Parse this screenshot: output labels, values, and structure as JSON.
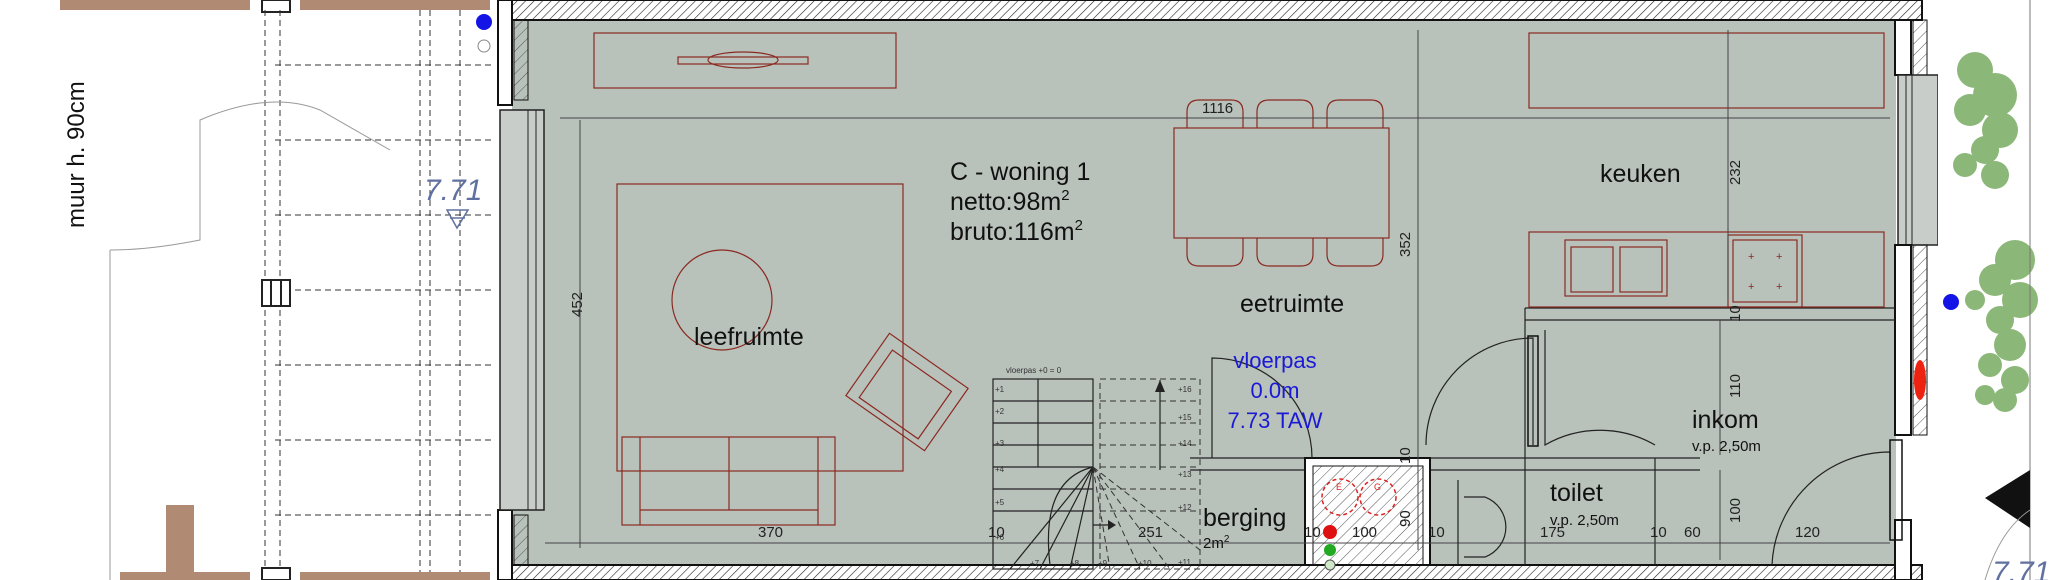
{
  "plan": {
    "unit_title": "C - woning 1",
    "netto": "netto:98m",
    "bruto": "bruto:116m",
    "area_sup": "2",
    "rooms": {
      "leefruimte": "leefruimte",
      "eetruimte": "eetruimte",
      "keuken": "keuken",
      "berging": "berging",
      "berging_area": "2m",
      "berging_area_sup": "2",
      "toilet": "toilet",
      "toilet_vp": "v.p. 2,50m",
      "inkom": "inkom",
      "inkom_vp": "v.p. 2,50m"
    },
    "floor_level": {
      "line1": "vloerpas",
      "line2": "0.0m",
      "line3": "7.73 TAW"
    },
    "outside": {
      "wall_note": "muur h. 90cm",
      "level_left": "7.71",
      "level_right": "7.71"
    },
    "stair": {
      "caption": "vloerpas +0 = 0",
      "steps_left": [
        "+1",
        "+2",
        "+3",
        "+4",
        "+5",
        "+6"
      ],
      "steps_right": [
        "+16",
        "+15",
        "+14",
        "+13",
        "+12",
        "+11"
      ],
      "steps_bottom": [
        "+7",
        "+8",
        "+9",
        "+10"
      ]
    },
    "dimensions": {
      "table_width": "1116",
      "depth_left": "452",
      "depth_mid": "352",
      "kitchen_depth": "232",
      "wall_10a": "10",
      "hall_110": "110",
      "wc_100": "100",
      "bottom_370": "370",
      "bottom_10a": "10",
      "bottom_251": "251",
      "bottom_10b": "10",
      "bottom_100": "100",
      "bottom_10c": "10",
      "bottom_175": "175",
      "bottom_10d": "10",
      "bottom_60": "60",
      "bottom_120": "120",
      "shaft_10": "10",
      "shaft_90": "90"
    },
    "meter_labels": [
      "E",
      "G"
    ],
    "colors": {
      "floor": "#b9c1bb",
      "wall": "#555555",
      "furniture": "#8a2a20",
      "annotation_blue": "#1a1ad6",
      "tree": "#7fb06a",
      "brick": "#b08a72"
    }
  }
}
